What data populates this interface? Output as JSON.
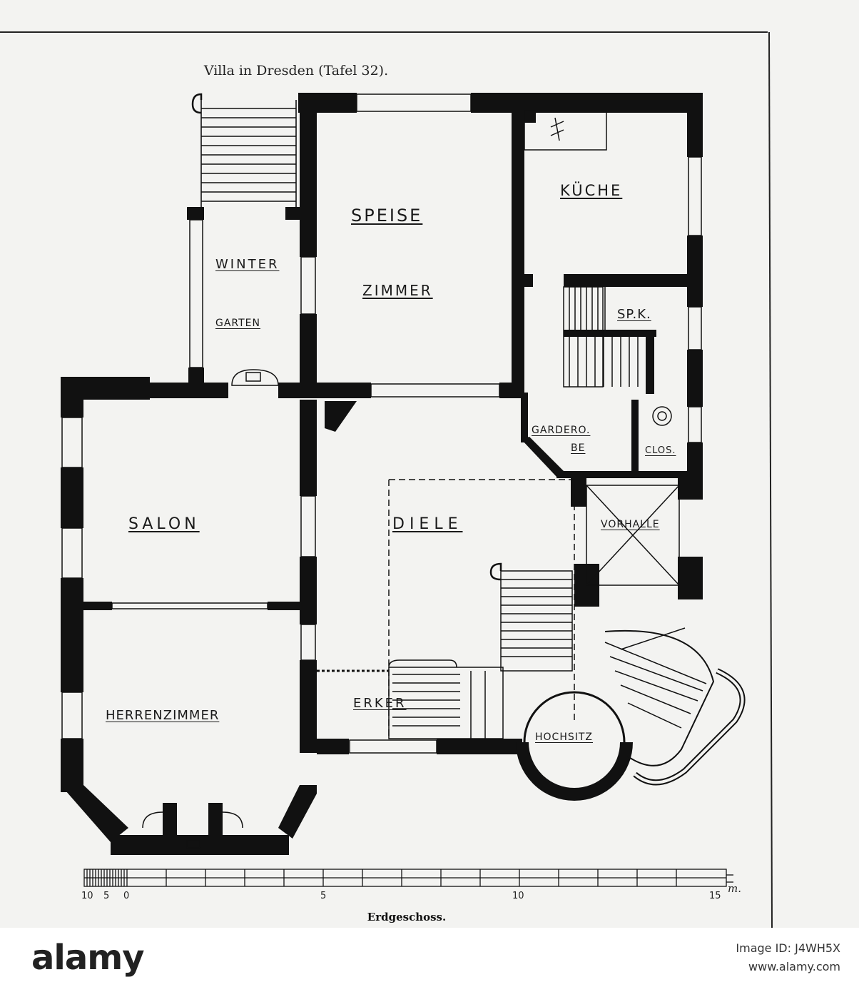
{
  "drawing": {
    "title": "Villa in Dresden (Tafel 32).",
    "caption": "Erdgeschoss.",
    "rooms": {
      "winter": "WINTER",
      "garten": "GARTEN",
      "speise": "SPEISE",
      "zimmer": "ZIMMER",
      "kueche": "KÜCHE",
      "spk": "SP.K.",
      "garderobe_1": "GARDERO.",
      "garderobe_2": "BE",
      "clos": "CLOS.",
      "salon": "SALON",
      "diele": "DIELE",
      "vorhalle": "VORHALLE",
      "herrenzimmer": "HERRENZIMMER",
      "erker": "ERKER",
      "hochsitz": "HOCHSITZ"
    },
    "scale": {
      "ticks": [
        "10",
        "5",
        "0",
        "5",
        "10",
        "15"
      ],
      "unit": "m."
    }
  },
  "footer": {
    "wordmark": "alamy",
    "image_id": "Image ID: J4WH5X",
    "site": "www.alamy.com"
  },
  "colors": {
    "ink": "#111111",
    "paper": "#f3f3f1",
    "footer": "#ffffff"
  }
}
